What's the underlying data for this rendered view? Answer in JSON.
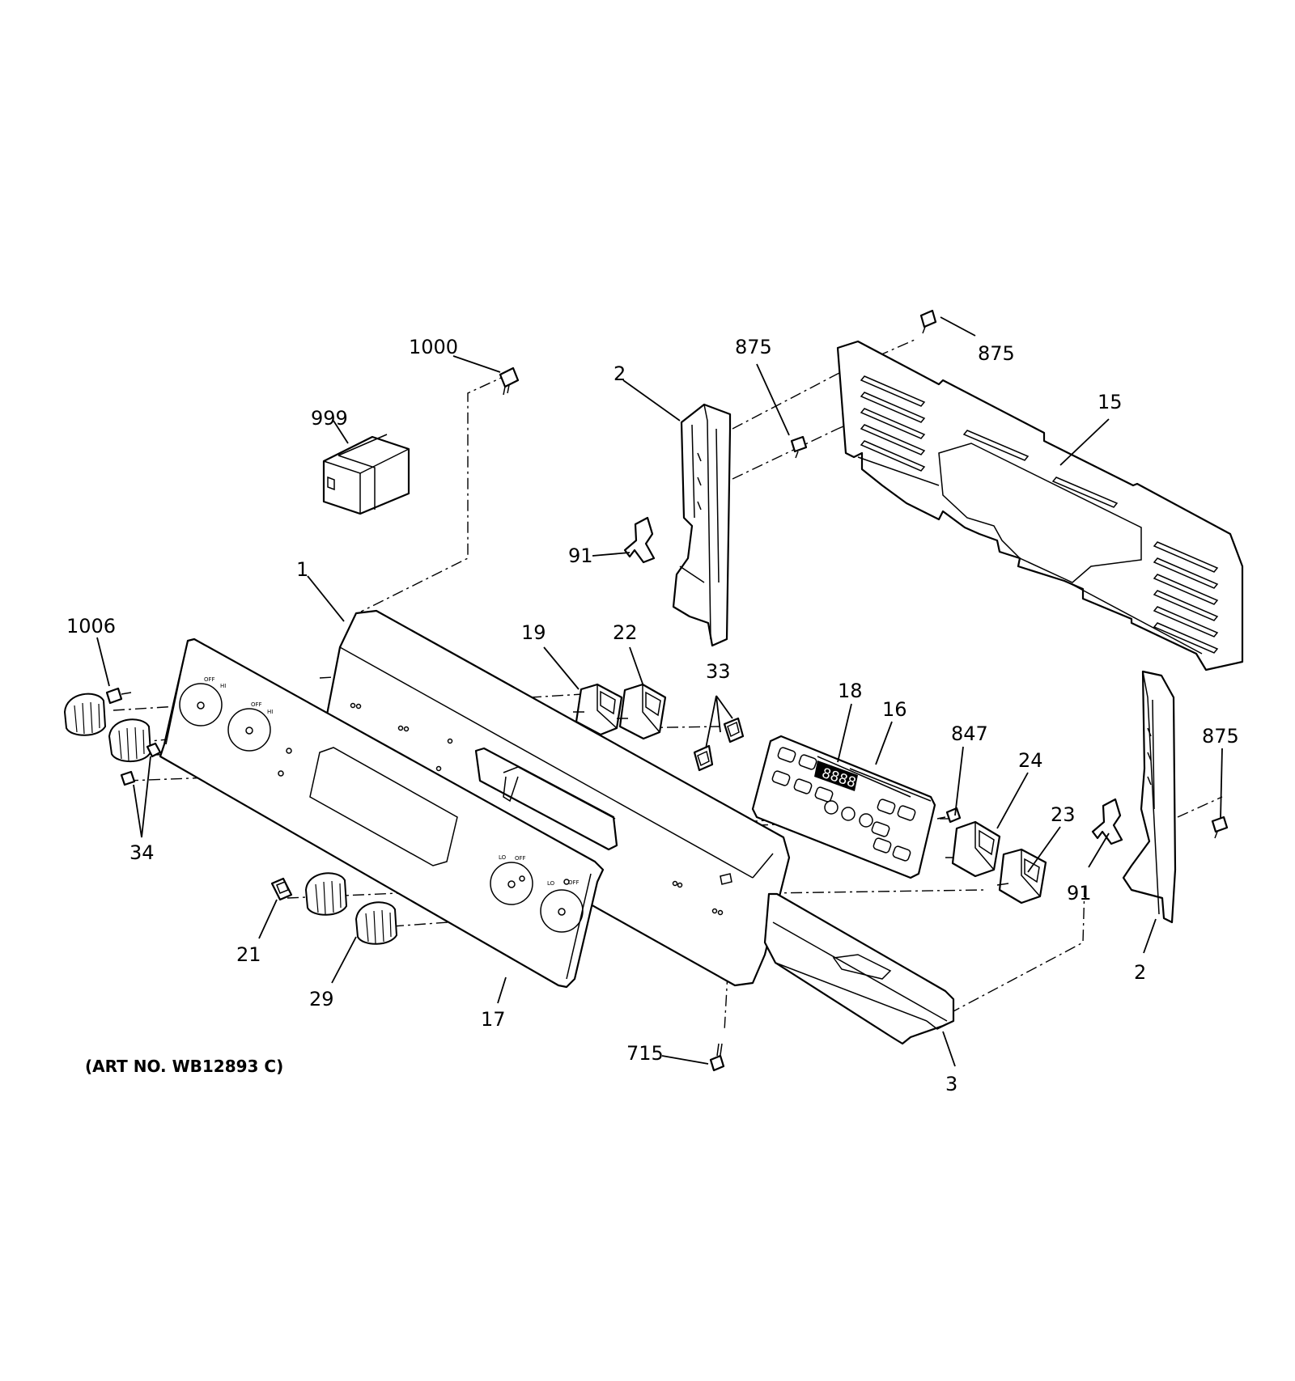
{
  "art_number": "(ART NO. WB12893 C)",
  "callouts": {
    "c1": "1",
    "c2a": "2",
    "c2b": "2",
    "c3": "3",
    "c15": "15",
    "c16": "16",
    "c17": "17",
    "c18": "18",
    "c19": "19",
    "c21": "21",
    "c22": "22",
    "c23": "23",
    "c24": "24",
    "c29": "29",
    "c33": "33",
    "c34": "34",
    "c91a": "91",
    "c91b": "91",
    "c715": "715",
    "c847": "847",
    "c875a": "875",
    "c875b": "875",
    "c875c": "875",
    "c999": "999",
    "c1000": "1000",
    "c1006": "1006"
  },
  "panel_text": {
    "off1": "OFF",
    "off2": "OFF",
    "off3": "OFF",
    "off4": "OFF",
    "lo1": "LO",
    "lo2": "LO",
    "hi1": "HI",
    "hi2": "HI",
    "display": "8888"
  }
}
